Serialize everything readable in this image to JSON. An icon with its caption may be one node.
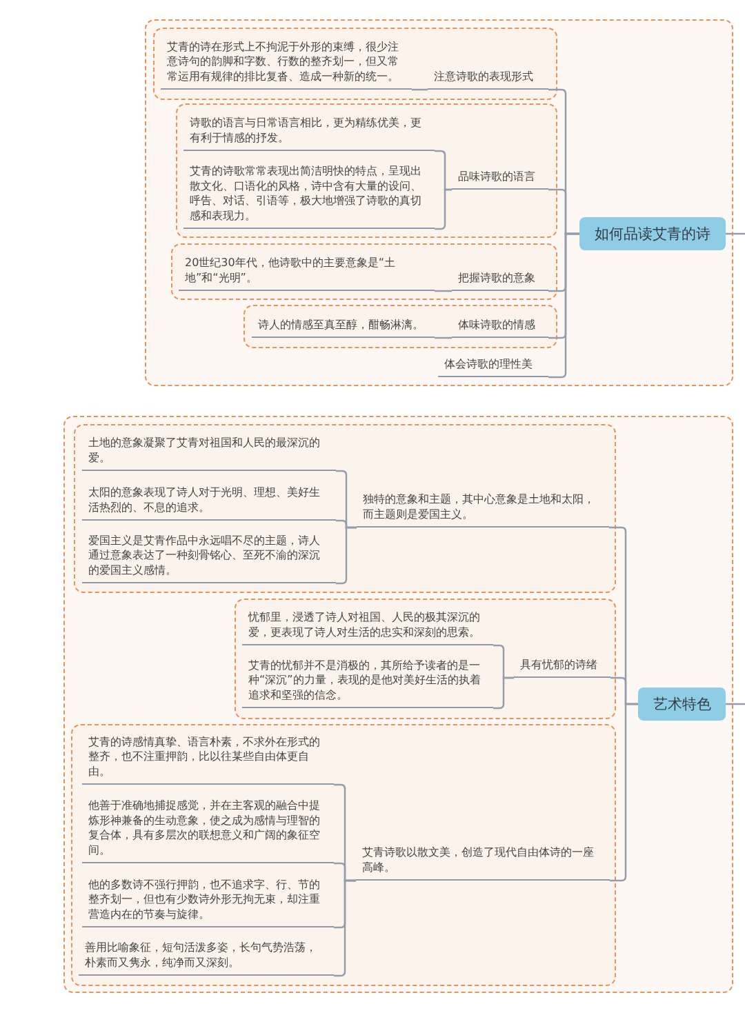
{
  "diagram": {
    "nodes": [
      {
        "text": [],
        "shape": "box"
      },
      {
        "text": [
          "如何品读艾青的诗"
        ],
        "in": 0
      },
      {
        "text": [],
        "shape": "box",
        "in": 0
      },
      {
        "text": [
          "注意诗歌的表现形式"
        ],
        "in": 2
      },
      {
        "text": [
          "艾青的诗在形式上不拘泥于外形的束缚，很少注意诗句的韵脚和字数、行数的整齐划一，但又常常运用有规律的排比复沓、造成一种新的统一。"
        ],
        "in": 2
      },
      {
        "text": [],
        "shape": "box",
        "in": 0
      },
      {
        "text": [
          "品味诗歌的语言"
        ],
        "in": 5
      },
      {
        "text": [
          "诗歌的语言与日常语言相比，更为精练优美，更有利于情感的抒发。"
        ],
        "in": 5
      },
      {
        "text": [
          "艾青的诗歌常常表现出简洁明快的特点，呈现出散文化、口语化的风格，诗中含有大量的设问、呼告、对话、引语等，极大地增强了诗歌的真切感和表现力。"
        ],
        "in": 5
      },
      {
        "text": [],
        "shape": "box",
        "in": 0
      },
      {
        "text": [
          "把握诗歌的意象"
        ],
        "in": 9
      },
      {
        "text": [
          "20世纪30年代，他诗歌中的主要意象是“土地”和“光明”。"
        ],
        "in": 9
      },
      {
        "text": [],
        "shape": "box",
        "in": 0
      },
      {
        "text": [
          "体味诗歌的情感"
        ],
        "in": 12
      },
      {
        "text": [
          "诗人的情感至真至醇，酣畅淋漓。"
        ],
        "in": 12
      },
      {
        "text": [
          "体会诗歌的理性美"
        ],
        "in": 0
      },
      {
        "text": [],
        "shape": "box"
      },
      {
        "text": [
          "艺术特色"
        ],
        "in": 16
      },
      {
        "text": [],
        "shape": "box",
        "in": 16
      },
      {
        "text": [
          "独特的意象和主题，其中心意象是土地和太阳，而主题则是爱国主义。"
        ],
        "in": 18
      },
      {
        "text": [
          "土地的意象凝聚了艾青对祖国和人民的最深沉的爱。"
        ],
        "in": 18
      },
      {
        "text": [
          "太阳的意象表现了诗人对于光明、理想、美好生活热烈的、不息的追求。"
        ],
        "in": 18
      },
      {
        "text": [
          "爱国主义是艾青作品中永远唱不尽的主题，诗人通过意象表达了一种刻骨铭心、至死不渝的深沉的爱国主义感情。"
        ],
        "in": 18
      },
      {
        "text": [],
        "shape": "box",
        "in": 16
      },
      {
        "text": [
          "具有忧郁的诗绪"
        ],
        "in": 23
      },
      {
        "text": [
          "忧郁里，浸透了诗人对祖国、人民的极其深沉的爱，更表现了诗人对生活的忠实和深刻的思索。"
        ],
        "in": 23
      },
      {
        "text": [
          "艾青的忧郁并不是消极的，其所给予读者的是一种“深沉”的力量，表现的是他对美好生活的执着追求和坚强的信念。"
        ],
        "in": 23
      },
      {
        "text": [],
        "shape": "box",
        "in": 16
      },
      {
        "text": [
          "艾青诗歌以散文美，创造了现代自由体诗的一座高峰。"
        ],
        "in": 27
      },
      {
        "text": [
          "艾青的诗感情真挚、语言朴素，不求外在形式的整齐，也不注重押韵，比以往某些自由体更自由。"
        ],
        "in": 27
      },
      {
        "text": [
          "他善于准确地捕捉感觉，并在主客观的融合中提炼形神兼备的生动意象，使之成为感情与理智的复合体，具有多层次的联想意义和广阔的象征空间。"
        ],
        "in": 27
      },
      {
        "text": [
          "他的多数诗不强行押韵，也不追求字、行、节的整齐划一，但也有少数诗外形无拘无束，却注重营造内在的节奏与旋律。"
        ],
        "in": 27
      },
      {
        "text": [
          "善用比喻象征，短句活泼多姿，长句气势浩荡，朴素而又隽永，纯净而又深刻。"
        ],
        "in": 27
      }
    ],
    "edges": [
      {
        "from": null,
        "to": 1,
        "arrow": "none"
      },
      {
        "from": 1,
        "to": 3,
        "arrow": "none"
      },
      {
        "from": 1,
        "to": 6,
        "arrow": "none"
      },
      {
        "from": 1,
        "to": 10,
        "arrow": "none"
      },
      {
        "from": 1,
        "to": 13,
        "arrow": "none"
      },
      {
        "from": 1,
        "to": 15,
        "arrow": "none"
      },
      {
        "from": 3,
        "to": 4,
        "arrow": "none"
      },
      {
        "from": 6,
        "to": 7,
        "arrow": "none"
      },
      {
        "from": 6,
        "to": 8,
        "arrow": "none"
      },
      {
        "from": 10,
        "to": 11,
        "arrow": "none"
      },
      {
        "from": 13,
        "to": 14,
        "arrow": "none"
      },
      {
        "from": null,
        "to": 17,
        "arrow": "none"
      },
      {
        "from": 17,
        "to": 19,
        "arrow": "none"
      },
      {
        "from": 17,
        "to": 24,
        "arrow": "none"
      },
      {
        "from": 17,
        "to": 28,
        "arrow": "none"
      },
      {
        "from": 19,
        "to": 20,
        "arrow": "none"
      },
      {
        "from": 19,
        "to": 21,
        "arrow": "none"
      },
      {
        "from": 19,
        "to": 22,
        "arrow": "none"
      },
      {
        "from": 24,
        "to": 25,
        "arrow": "none"
      },
      {
        "from": 24,
        "to": 26,
        "arrow": "none"
      },
      {
        "from": 28,
        "to": 29,
        "arrow": "none"
      },
      {
        "from": 28,
        "to": 30,
        "arrow": "none"
      },
      {
        "from": 28,
        "to": 31,
        "arrow": "none"
      },
      {
        "from": 28,
        "to": 32,
        "arrow": "none"
      }
    ]
  }
}
